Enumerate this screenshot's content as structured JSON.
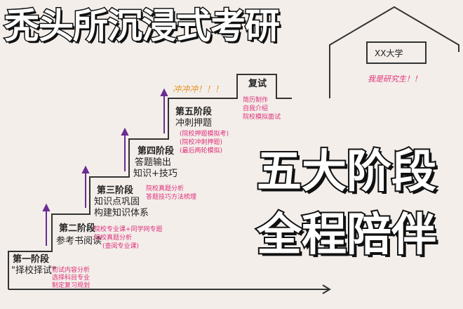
{
  "title": "秃头所沉浸式考研",
  "headline": {
    "line1": "五大阶段",
    "line2": "全程陪伴"
  },
  "house": {
    "school_label": "XX大学",
    "note": "我是研究生！！"
  },
  "cheer": "冲冲冲！！！",
  "stages": [
    {
      "name": "第一阶段",
      "subtitle": "\"择校择试\"",
      "tasks": [
        "初试内容分析",
        "选择科目专业",
        "制定复习规划"
      ]
    },
    {
      "name": "第二阶段",
      "subtitle": "参考书阅读",
      "tasks": []
    },
    {
      "name": "第三阶段",
      "subtitle": "知识点巩固",
      "subtitle2": "构建知识体系",
      "tasks": [
        "院校专业课+同学网专题",
        "院校真题分析",
        "(查阅专业课)"
      ]
    },
    {
      "name": "第四阶段",
      "subtitle": "答题输出",
      "subtitle2": "知识+技巧",
      "tasks": [
        "院校真题分析",
        "答题技巧方法梳理"
      ]
    },
    {
      "name": "第五阶段",
      "subtitle": "冲刺押题",
      "tasks": [
        "(院校押题模拟考)",
        "(院校冲刺押题)",
        "(最后两轮模拟)"
      ]
    },
    {
      "name": "复试",
      "subtitle": "",
      "tasks": [
        "简历制作",
        "自我介绍",
        "院校模拟面试"
      ]
    }
  ],
  "colors": {
    "background": "#f3eeea",
    "arrow": "#6a2c91",
    "note": "#e0307a",
    "cheer": "#e8942a",
    "ink": "#222222"
  }
}
